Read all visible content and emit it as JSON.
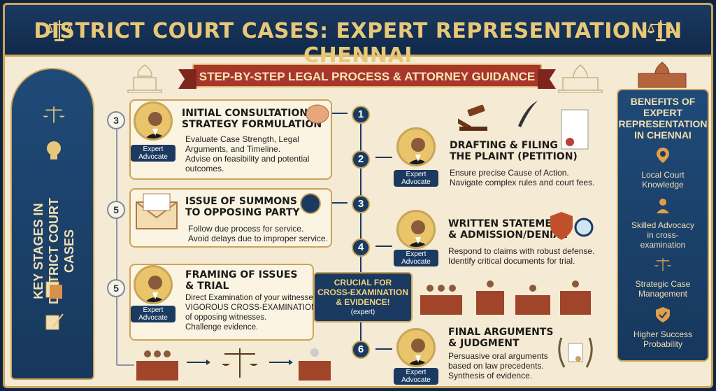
{
  "header": {
    "title": "DISTRICT COURT CASES: EXPERT REPRESENTATION IN CHENNAI"
  },
  "banner": {
    "text": "STEP-BY-STEP LEGAL PROCESS & ATTORNEY GUIDANCE"
  },
  "left_panel": {
    "label_line1": "KEY STAGES IN",
    "label_line2": "DISTRICT COURT",
    "label_line3": "CASES"
  },
  "right_panel": {
    "title_line1": "BENEFITS OF",
    "title_line2": "EXPERT",
    "title_line3": "REPRESENTATION",
    "title_line4": "IN CHENNAI",
    "benefits": [
      {
        "line1": "Local Court",
        "line2": "Knowledge",
        "line3": ""
      },
      {
        "line1": "Skilled Advocacy",
        "line2": "in cross-",
        "line3": "examination"
      },
      {
        "line1": "Strategic Case",
        "line2": "Management",
        "line3": ""
      },
      {
        "line1": "Higher Success",
        "line2": "Probability",
        "line3": ""
      }
    ]
  },
  "avatar_label": {
    "line1": "Expert",
    "line2": "Advocate"
  },
  "steps": [
    {
      "number": "1",
      "heading1": "INITIAL CONSULTATION &",
      "heading2": "STRATEGY FORMULATION",
      "body": [
        "Evaluate Case Strength, Legal",
        "Arguments, and Timeline.",
        "Advise on feasibility and potential",
        "outcomes."
      ]
    },
    {
      "number": "2",
      "heading1": "DRAFTING & FILING",
      "heading2": "THE PLAINT (PETITION)",
      "body": [
        "Ensure precise Cause of Action.",
        "Navigate complex rules and court fees."
      ]
    },
    {
      "number": "3",
      "heading1": "ISSUE OF SUMMONS",
      "heading2": "TO OPPOSING PARTY",
      "body": [
        "Follow due process for service.",
        "Avoid delays due to improper service."
      ]
    },
    {
      "number": "4",
      "heading1": "WRITTEN STATEMENT",
      "heading2": "& ADMISSION/DENIAL",
      "body": [
        "Respond to claims with robust defense.",
        "Identify critical documents for trial."
      ]
    },
    {
      "number": "5",
      "heading1": "FRAMING OF ISSUES",
      "heading2": "& TRIAL",
      "body": [
        "Direct Examination of your witnesses.",
        "VIGOROUS CROSS-EXAMINATION",
        "of opposing witnesses.",
        "Challenge evidence."
      ]
    },
    {
      "number": "6",
      "heading1": "FINAL ARGUMENTS",
      "heading2": "& JUDGMENT",
      "body": [
        "Persuasive oral arguments",
        "based on law precedents.",
        "Synthesis of evidence."
      ]
    }
  ],
  "side_numbers": [
    "3",
    "5",
    "5"
  ],
  "callout": {
    "line1": "CRUCIAL FOR",
    "line2": "CROSS-EXAMINATION",
    "line3": "& EVIDENCE!",
    "line4": "(expert)"
  },
  "colors": {
    "navy": "#1b3a61",
    "gold": "#c9a55a",
    "cream": "#f5ead3",
    "banner_red": "#a8362a"
  }
}
